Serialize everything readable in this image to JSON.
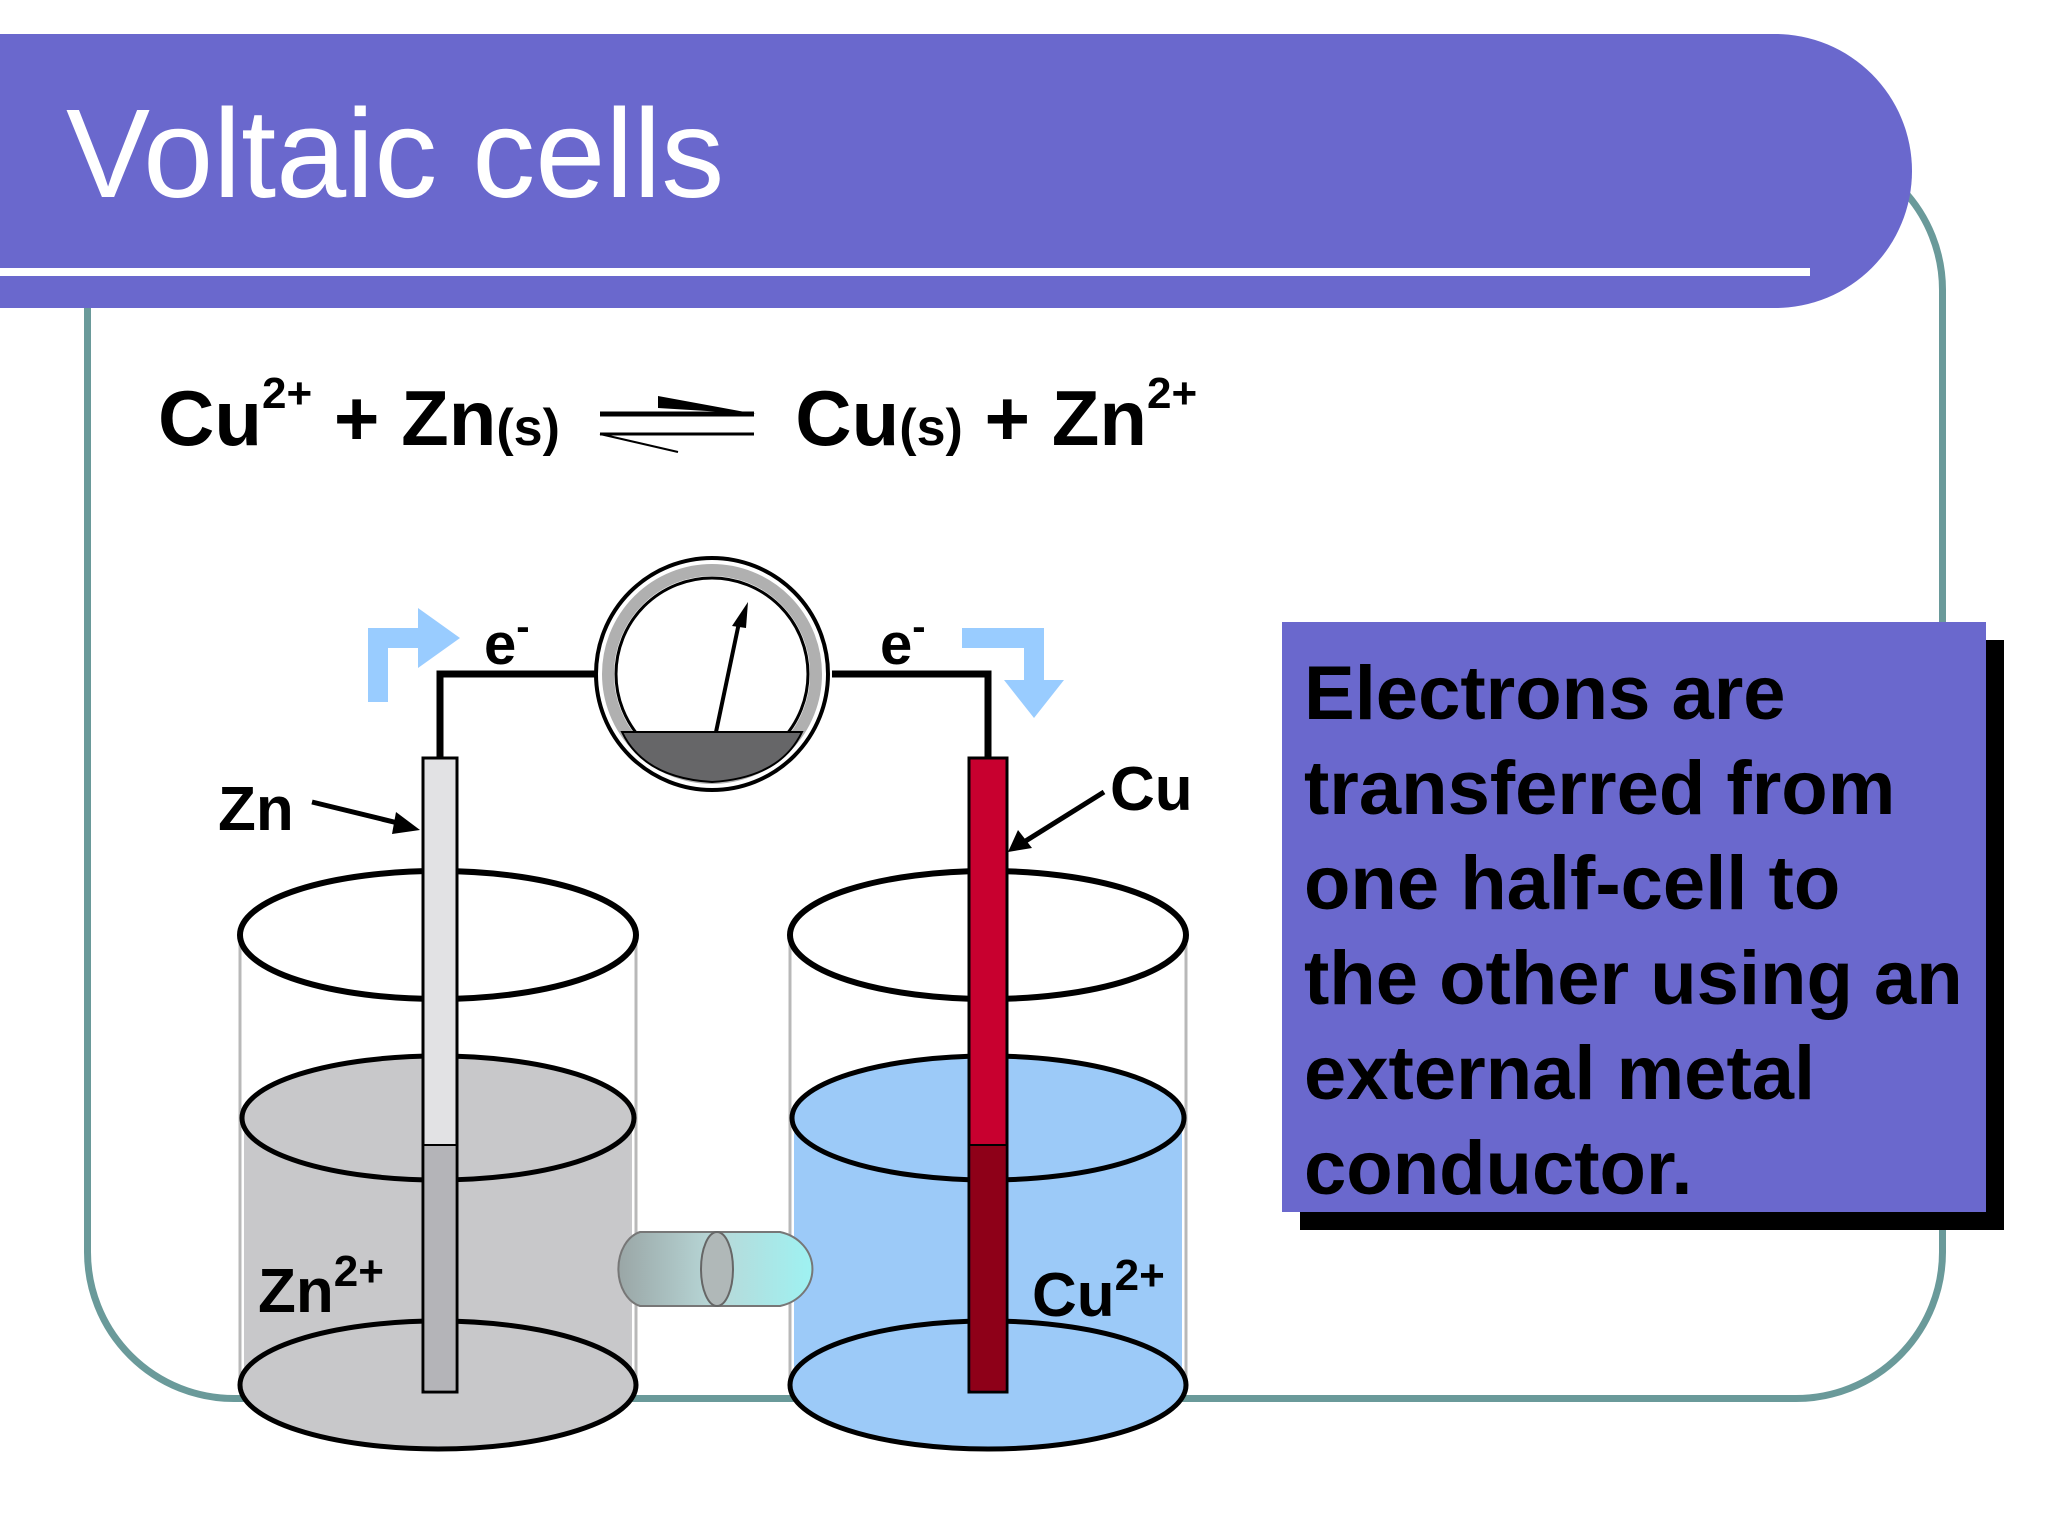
{
  "title": "Voltaic cells",
  "equation": {
    "reactant1": "Cu",
    "reactant1_charge": "2+",
    "plus1": "+",
    "reactant2": "Zn",
    "reactant2_state": "(s)",
    "product1": "Cu",
    "product1_state": "(s)",
    "plus2": "+",
    "product2": "Zn",
    "product2_charge": "2+"
  },
  "diagram": {
    "electron_left": "e",
    "electron_left_charge": "-",
    "electron_right": "e",
    "electron_right_charge": "-",
    "zn_electrode_label": "Zn",
    "cu_electrode_label": "Cu",
    "zn_ion": "Zn",
    "zn_ion_charge": "2+",
    "cu_ion": "Cu",
    "cu_ion_charge": "2+"
  },
  "info_box": {
    "text": "Electrons are transferred from one half-cell to the other using an external metal conductor."
  },
  "colors": {
    "banner": "#6a68cd",
    "frame": "#6a9a9a",
    "zn_solution": "#c8c8ca",
    "cu_solution": "#9ccaf8",
    "cu_electrode": "#c8002f",
    "flow_arrow": "#99ccff"
  }
}
